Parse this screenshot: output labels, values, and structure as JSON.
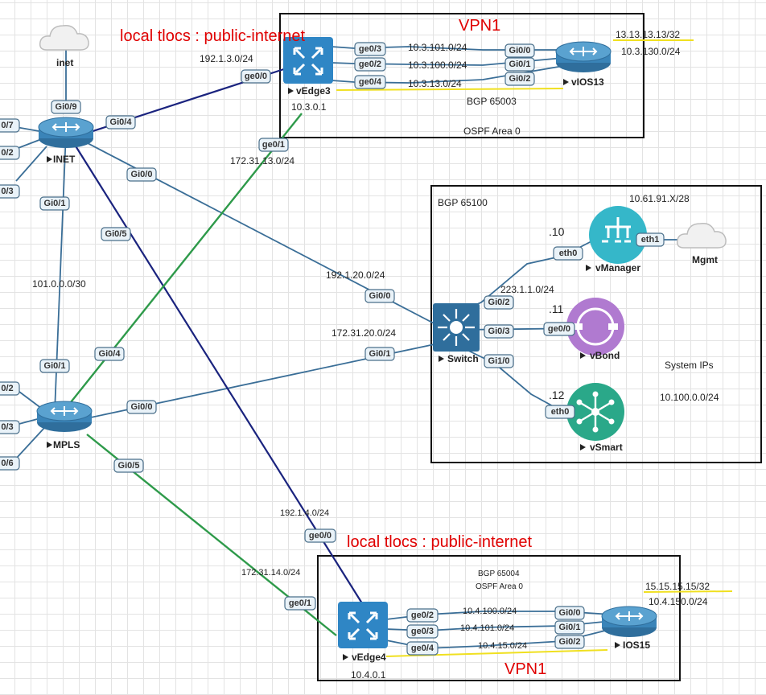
{
  "annotations": {
    "vedge3_tlocs": "local tlocs : public-internet",
    "vedge4_tlocs": "local tlocs : public-internet",
    "vpn1_top": "VPN1",
    "vpn1_bottom": "VPN1"
  },
  "clouds": {
    "inet": "inet",
    "mgmt": "Mgmt"
  },
  "devices": {
    "inet": "INET",
    "mpls": "MPLS",
    "vedge3": "vEdge3",
    "vios13": "vIOS13",
    "switch": "Switch",
    "vmanager": "vManager",
    "vbond": "vBond",
    "vsmart": "vSmart",
    "vedge4": "vEdge4",
    "ios15": "IOS15"
  },
  "boxes": {
    "site3": {
      "bgp": "BGP 65003",
      "ospf": "OSPF Area 0"
    },
    "controllers": {
      "bgp": "BGP 65100",
      "mgmt_net": "10.61.91.X/28",
      "system_label": "System IPs",
      "system_net": "10.100.0.0/24"
    },
    "site4": {
      "bgp": "BGP 65004",
      "ospf": "OSPF Area 0"
    }
  },
  "networks": {
    "inet_vedge3": "192.1.3.0/24",
    "vedge3_sys": "10.3.0.1",
    "mpls_vedge3": "172.31.13.0/24",
    "site3_net1": "10.3.101.0/24",
    "site3_net2": "10.3.100.0/24",
    "site3_net3": "10.3.13.0/24",
    "vios13_loop": "13.13.13.13/32",
    "vios13_lan": "10.3.130.0/24",
    "inet_mpls": "101.0.0.0/30",
    "inet_switch": "192.1.20.0/24",
    "mpls_switch": "172.31.20.0/24",
    "ctrl_net": "223.1.1.0/24",
    "vmanager_host": ".10",
    "vbond_host": ".11",
    "vsmart_host": ".12",
    "inet_vedge4": "192.1.4.0/24",
    "mpls_vedge4": "172.31.14.0/24",
    "vedge4_sys": "10.4.0.1",
    "site4_net1": "10.4.100.0/24",
    "site4_net2": "10.4.101.0/24",
    "site4_net3": "10.4.15.0/24",
    "ios15_loop": "15.15.15.15/32",
    "ios15_lan": "10.4.150.0/24"
  },
  "ports": {
    "inet_gi09": "Gi0/9",
    "inet_gi07": "0/7",
    "inet_gi02": "0/2",
    "inet_gi03": "0/3",
    "inet_gi04": "Gi0/4",
    "inet_gi00": "Gi0/0",
    "inet_gi01": "Gi0/1",
    "inet_gi05": "Gi0/5",
    "mpls_gi01": "Gi0/1",
    "mpls_gi02": "0/2",
    "mpls_gi03": "0/3",
    "mpls_gi06": "0/6",
    "mpls_gi04": "Gi0/4",
    "mpls_gi00": "Gi0/0",
    "mpls_gi05": "Gi0/5",
    "vedge3_ge00": "ge0/0",
    "vedge3_ge01": "ge0/1",
    "vedge3_ge03": "ge0/3",
    "vedge3_ge02": "ge0/2",
    "vedge3_ge04": "ge0/4",
    "vios13_gi00": "Gi0/0",
    "vios13_gi01": "Gi0/1",
    "vios13_gi02": "Gi0/2",
    "sw_gi00": "Gi0/0",
    "sw_gi01": "Gi0/1",
    "sw_gi02": "Gi0/2",
    "sw_gi03": "Gi0/3",
    "sw_gi10": "Gi1/0",
    "vmanager_eth0": "eth0",
    "vmanager_eth1": "eth1",
    "vbond_ge00": "ge0/0",
    "vsmart_eth0": "eth0",
    "vedge4_ge00": "ge0/0",
    "vedge4_ge01": "ge0/1",
    "vedge4_ge02": "ge0/2",
    "vedge4_ge03": "ge0/3",
    "vedge4_ge04": "ge0/4",
    "ios15_gi00": "Gi0/0",
    "ios15_gi01": "Gi0/1",
    "ios15_gi02": "Gi0/2"
  },
  "colors": {
    "inet_links": "#1a237e",
    "mpls_links": "#2e9a4a",
    "lan_links": "#3a6e97",
    "highlight": "#f0e020",
    "annotation_red": "#e00000",
    "device_blue": "#2f86c5",
    "vmanager_teal": "#35b7c9",
    "vbond_purple": "#b07ad0",
    "vsmart_green": "#2aa889"
  }
}
